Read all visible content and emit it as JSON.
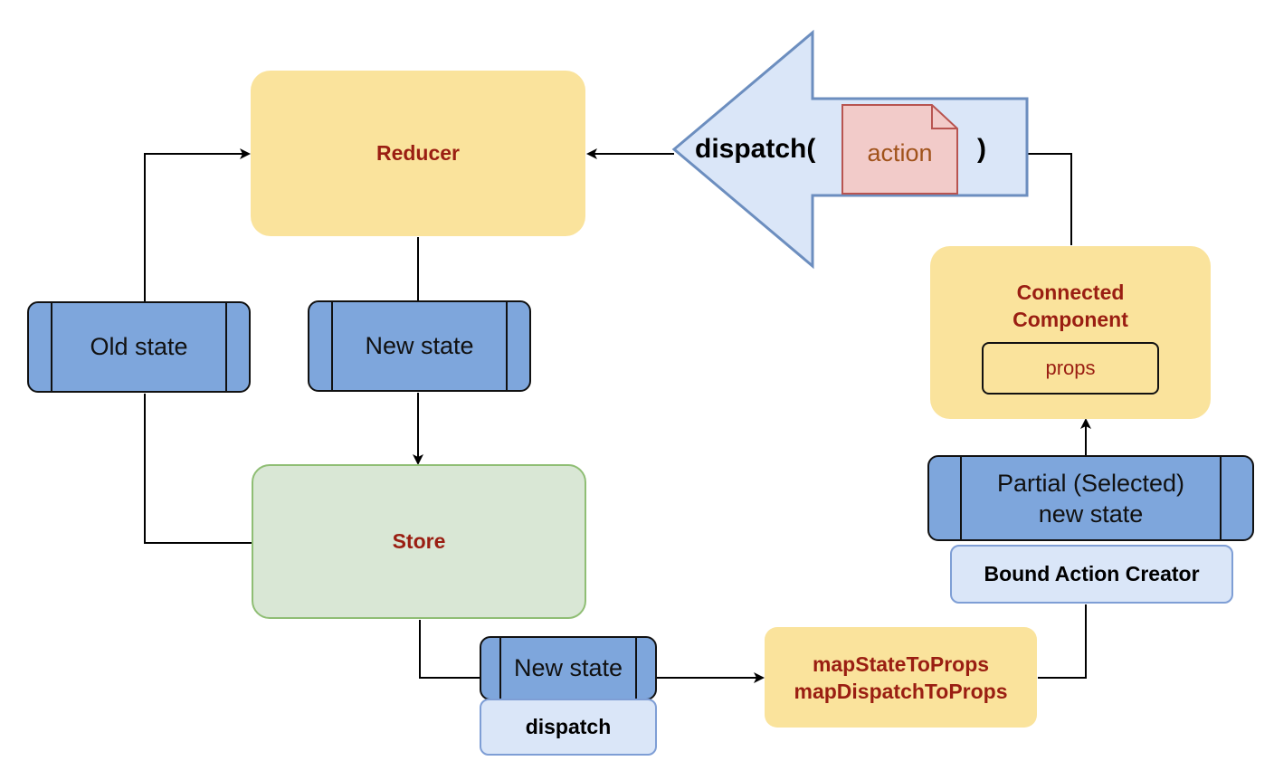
{
  "reducer": {
    "label": "Reducer"
  },
  "store": {
    "label": "Store"
  },
  "old_state": {
    "label": "Old state"
  },
  "new_state_top": {
    "label": "New state"
  },
  "new_state_bottom": {
    "label": "New state"
  },
  "dispatch_box": {
    "label": "dispatch"
  },
  "mappers": {
    "line1": "mapStateToProps",
    "line2": "mapDispatchToProps"
  },
  "bound_action_creator": {
    "label": "Bound Action Creator"
  },
  "partial_state": {
    "line1": "Partial (Selected)",
    "line2": "new state"
  },
  "connected_component": {
    "line1": "Connected",
    "line2": "Component",
    "props_label": "props"
  },
  "dispatch_arrow": {
    "prefix": "dispatch(",
    "action_label": "action",
    "suffix": ")"
  },
  "colors": {
    "yellow_fill": "#fae39c",
    "green_fill": "#d9e7d5",
    "blue_process_fill": "#7ea6dc",
    "light_blue_fill": "#dae6f8",
    "dark_red_text": "#9a1e12",
    "action_note_fill": "#f2cbc9"
  }
}
